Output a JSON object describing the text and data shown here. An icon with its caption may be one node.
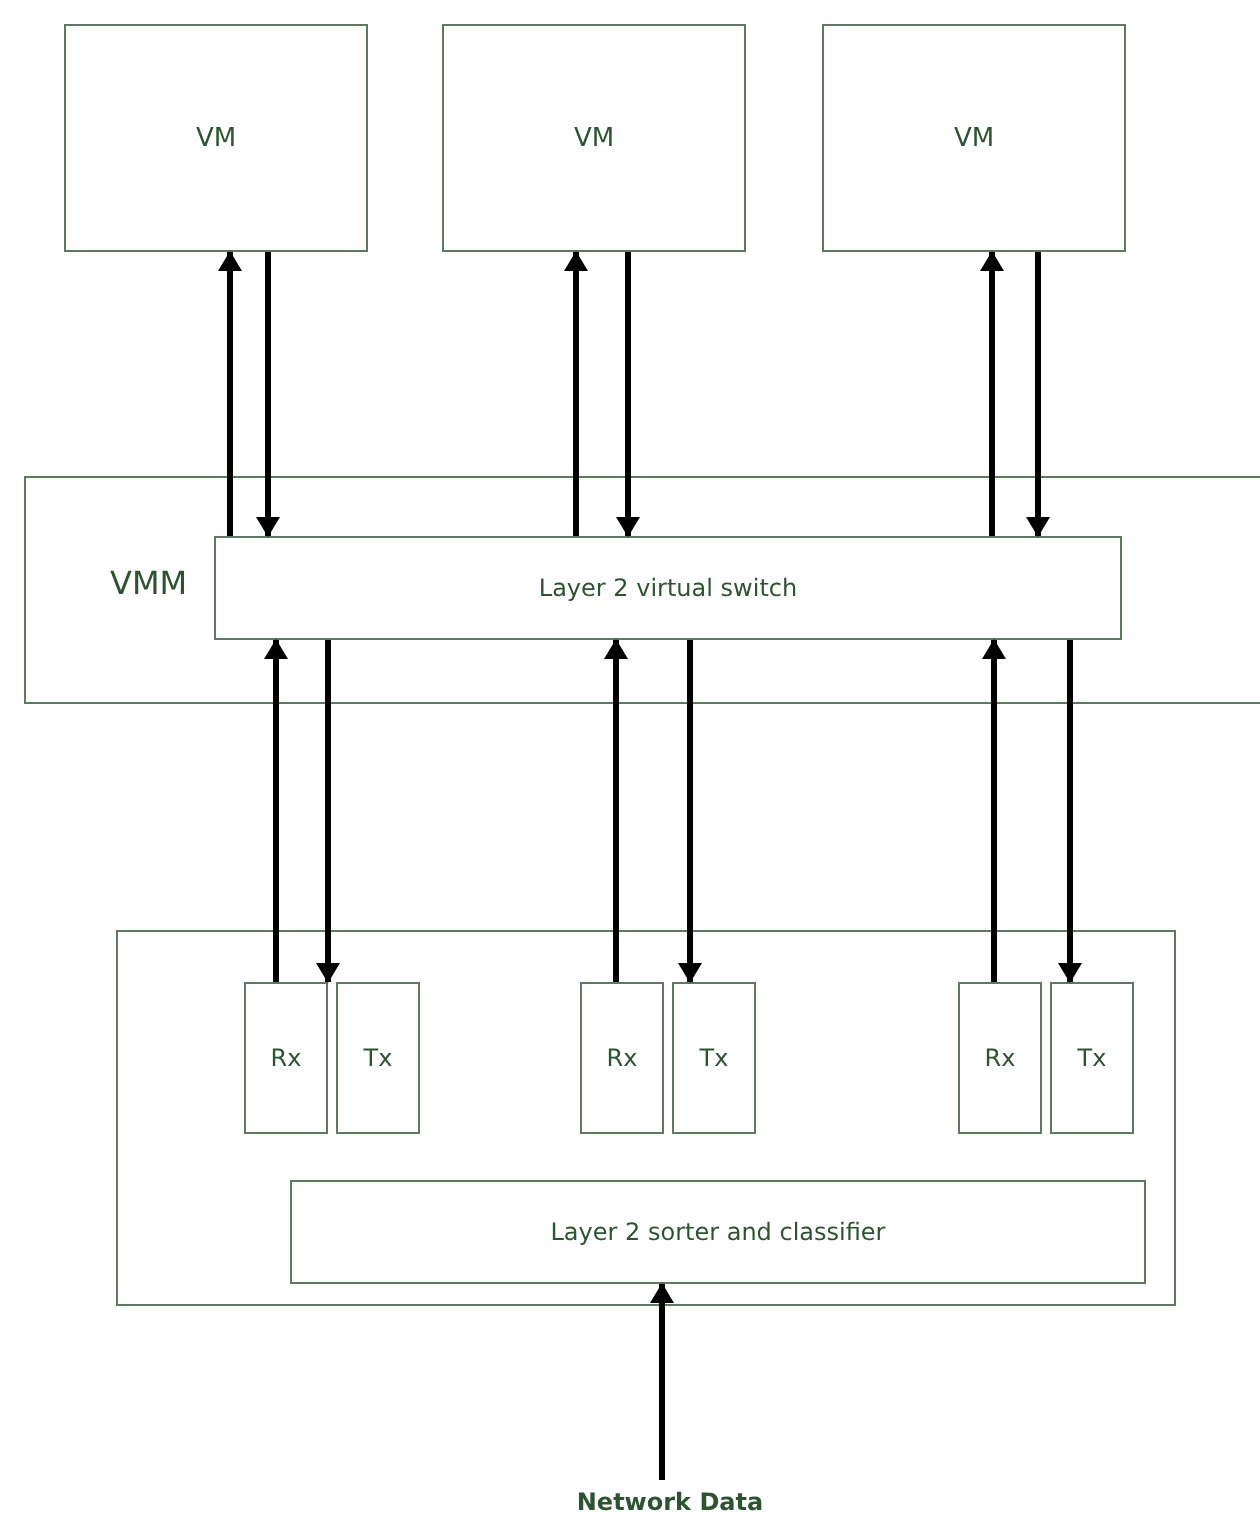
{
  "diagram": {
    "nodes": [
      {
        "text": [
          "VM"
        ]
      },
      {
        "text": [
          "VM"
        ]
      },
      {
        "text": [
          "VM"
        ]
      },
      {
        "text": [
          "VMM"
        ]
      },
      {
        "text": [
          "Layer 2 virtual switch"
        ],
        "in": 3
      },
      {
        "text": [],
        "shape": "box"
      },
      {
        "text": [
          "Rx"
        ],
        "in": 5
      },
      {
        "text": [
          "Tx"
        ],
        "in": 5
      },
      {
        "text": [
          "Rx"
        ],
        "in": 5
      },
      {
        "text": [
          "Tx"
        ],
        "in": 5
      },
      {
        "text": [
          "Rx"
        ],
        "in": 5
      },
      {
        "text": [
          "Tx"
        ],
        "in": 5
      },
      {
        "text": [
          "Layer 2 sorter and classifier"
        ],
        "in": 5
      },
      {
        "text": [
          "Network Data"
        ]
      }
    ],
    "edges": [
      {
        "from": 4,
        "to": 0,
        "arrow": "to"
      },
      {
        "from": 0,
        "to": 4,
        "arrow": "to"
      },
      {
        "from": 4,
        "to": 1,
        "arrow": "to"
      },
      {
        "from": 1,
        "to": 4,
        "arrow": "to"
      },
      {
        "from": 4,
        "to": 2,
        "arrow": "to"
      },
      {
        "from": 2,
        "to": 4,
        "arrow": "to"
      },
      {
        "from": 6,
        "to": 4,
        "arrow": "to"
      },
      {
        "from": 4,
        "to": 7,
        "arrow": "to"
      },
      {
        "from": 8,
        "to": 4,
        "arrow": "to"
      },
      {
        "from": 4,
        "to": 9,
        "arrow": "to"
      },
      {
        "from": 10,
        "to": 4,
        "arrow": "to"
      },
      {
        "from": 4,
        "to": 11,
        "arrow": "to"
      },
      {
        "from": 13,
        "to": 12,
        "arrow": "to"
      }
    ]
  }
}
